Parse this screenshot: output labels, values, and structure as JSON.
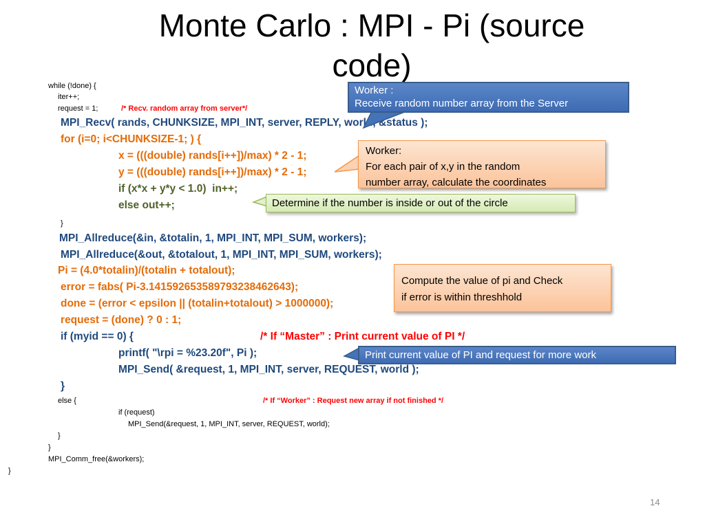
{
  "slide": {
    "title": "Monte Carlo : MPI - Pi (source code)",
    "page_number": "14"
  },
  "code": {
    "l1": "while (!done) {",
    "l2": "iter++;",
    "l3": "request = 1;",
    "l3_comment": "/* Recv. random array from server*/",
    "l4": "MPI_Recv( rands, CHUNKSIZE, MPI_INT, server, REPLY, world, &status );",
    "l5": "for (i=0; i<CHUNKSIZE-1; ) {",
    "l6": "x = (((double) rands[i++])/max) * 2 - 1;",
    "l7": "y = (((double) rands[i++])/max) * 2 - 1;",
    "l8": "if (x*x + y*y < 1.0)  in++;",
    "l9": "else out++;",
    "l10": "}",
    "l11": "MPI_Allreduce(&in, &totalin, 1, MPI_INT, MPI_SUM, workers);",
    "l12": "MPI_Allreduce(&out, &totalout, 1, MPI_INT, MPI_SUM, workers);",
    "l13": "Pi = (4.0*totalin)/(totalin + totalout);",
    "l14": "error = fabs( Pi-3.141592653589793238462643);",
    "l15": "done = (error < epsilon || (totalin+totalout) > 1000000);",
    "l16": "request = (done) ? 0 : 1;",
    "l17": "if (myid == 0) {",
    "l17_comment": "/* If “Master” : Print current value of PI */",
    "l18": "printf( \"\\rpi = %23.20f\", Pi );",
    "l19": "MPI_Send( &request, 1, MPI_INT, server, REQUEST, world );",
    "l20": "}",
    "l21": "else {",
    "l21_comment": "/* If “Worker” : Request new array if not finished */",
    "l22": "if (request)",
    "l23": "MPI_Send(&request, 1, MPI_INT, server, REQUEST, world);",
    "l24": "}",
    "l25": "}",
    "l26": "MPI_Comm_free(&workers);",
    "l27": "}"
  },
  "callouts": {
    "worker_recv": {
      "line1": "Worker :",
      "line2": "Receive random number array from the Server"
    },
    "worker_coords": {
      "line1": "Worker:",
      "line2": "For each pair of x,y in the random",
      "line3": "number array, calculate the coordinates"
    },
    "inside_circle": {
      "line1": "Determine if the number is inside or out of the circle"
    },
    "compute_pi": {
      "line1": "Compute the value of pi and Check",
      "line2": "if error is within threshhold"
    },
    "print_pi": {
      "line1": "Print current value of PI and request for more work"
    }
  },
  "colors": {
    "code_blue": "#1f497d",
    "code_orange": "#e36c09",
    "code_green": "#4f6228",
    "comment_red": "#ff0000",
    "callout_blue": "#4f81bd",
    "callout_orange": "#fbc39a",
    "callout_green": "#d7e4bd"
  }
}
